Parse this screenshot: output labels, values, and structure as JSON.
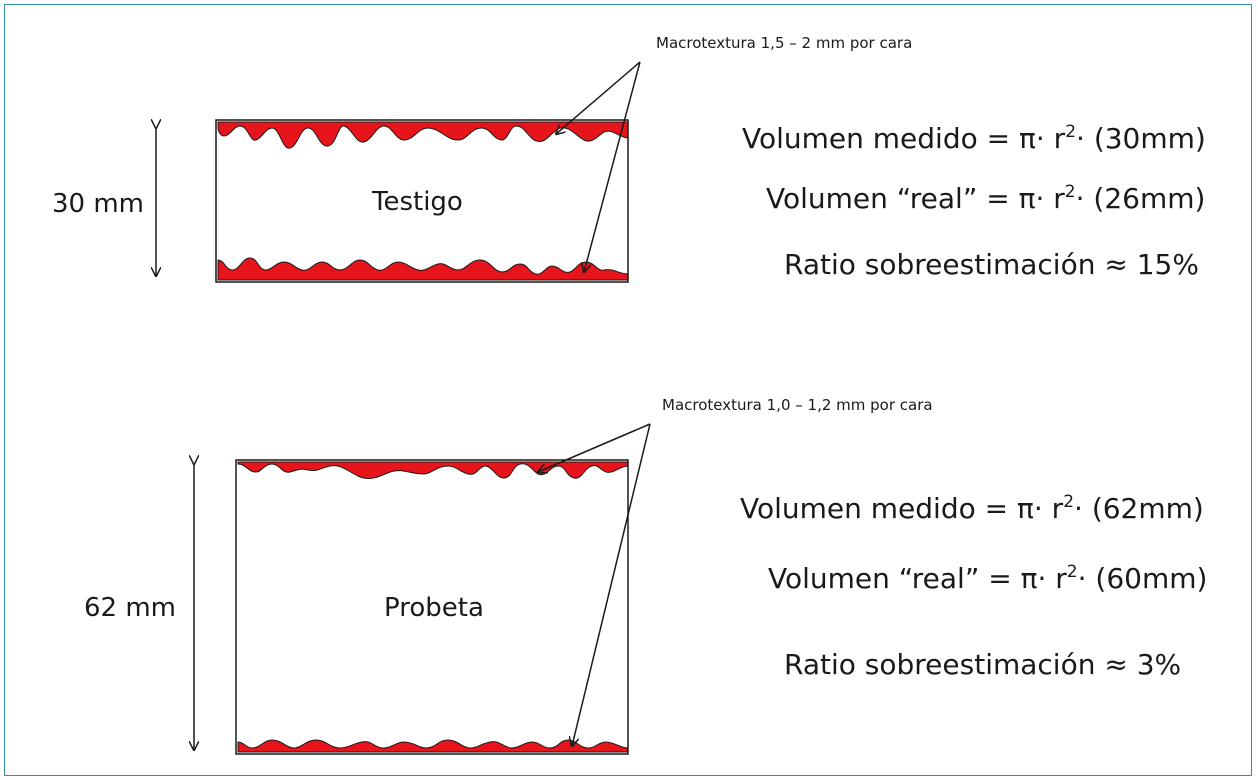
{
  "top": {
    "note": "Macrotextura 1,5 – 2 mm por cara",
    "height_label": "30 mm",
    "center_label": "Testigo",
    "formula_measured": {
      "prefix": "Volumen medido = π· r",
      "sup": "2",
      "suffix": "· (30mm)"
    },
    "formula_real": {
      "prefix": "Volumen “real” = π· r",
      "sup": "2",
      "suffix": "· (26mm)"
    },
    "ratio": "Ratio sobreestimación ≈ 15%"
  },
  "bottom": {
    "note": "Macrotextura 1,0 – 1,2 mm por cara",
    "height_label": "62 mm",
    "center_label": "Probeta",
    "formula_measured": {
      "prefix": "Volumen medido = π· r",
      "sup": "2",
      "suffix": "· (62mm)"
    },
    "formula_real": {
      "prefix": "Volumen “real” = π· r",
      "sup": "2",
      "suffix": "· (60mm)"
    },
    "ratio": "Ratio sobreestimación ≈ 3%"
  },
  "colors": {
    "texture": "#e8141c",
    "frame": "#2f8fa0",
    "stroke": "#1a1a1a"
  }
}
